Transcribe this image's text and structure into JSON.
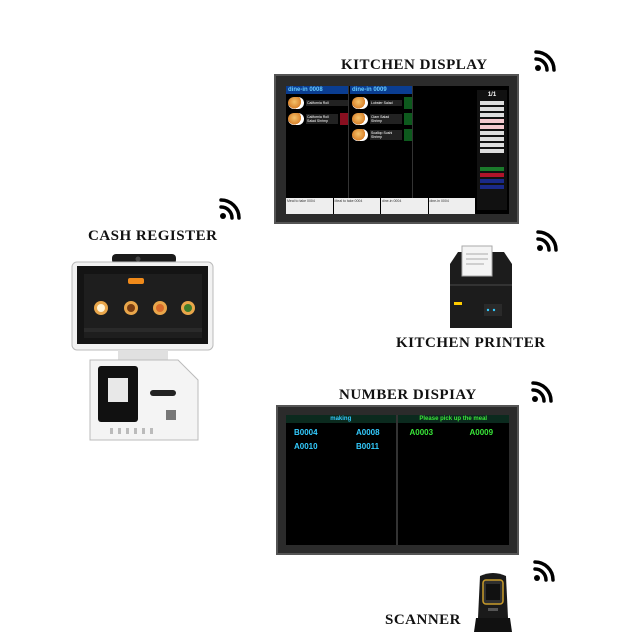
{
  "captions": {
    "kitchen_display": "KITCHEN DISPLAY",
    "cash_register": "CASH REGISTER",
    "kitchen_printer": "KITCHEN PRINTER",
    "number_display": "NUMBER DISPIAY",
    "scanner": "SCANNER"
  },
  "kitchen_display": {
    "orders": [
      {
        "header": "dine-in 0008",
        "items": [
          "California Roll",
          "California Roll Salad Shrimp"
        ]
      },
      {
        "header": "dine-in 0009",
        "items": [
          "Lobster Salad",
          "Clam Salad Shrimp",
          "Scallop Sushi Shrimp"
        ]
      }
    ],
    "page": "1/1",
    "footer": [
      "Meal to take 0004",
      "Meal to take 0004",
      "dine-in 0004",
      "dine-in 0004"
    ]
  },
  "number_display": {
    "making_label": "making",
    "pickup_label": "Please pick up the meal",
    "making": [
      "B0004",
      "A0008",
      "A0010",
      "B0011"
    ],
    "ready": [
      "A0003",
      "A0009"
    ]
  },
  "colors": {
    "making": "#33ccff",
    "ready": "#39e639",
    "order_header": "#0a3d91"
  }
}
